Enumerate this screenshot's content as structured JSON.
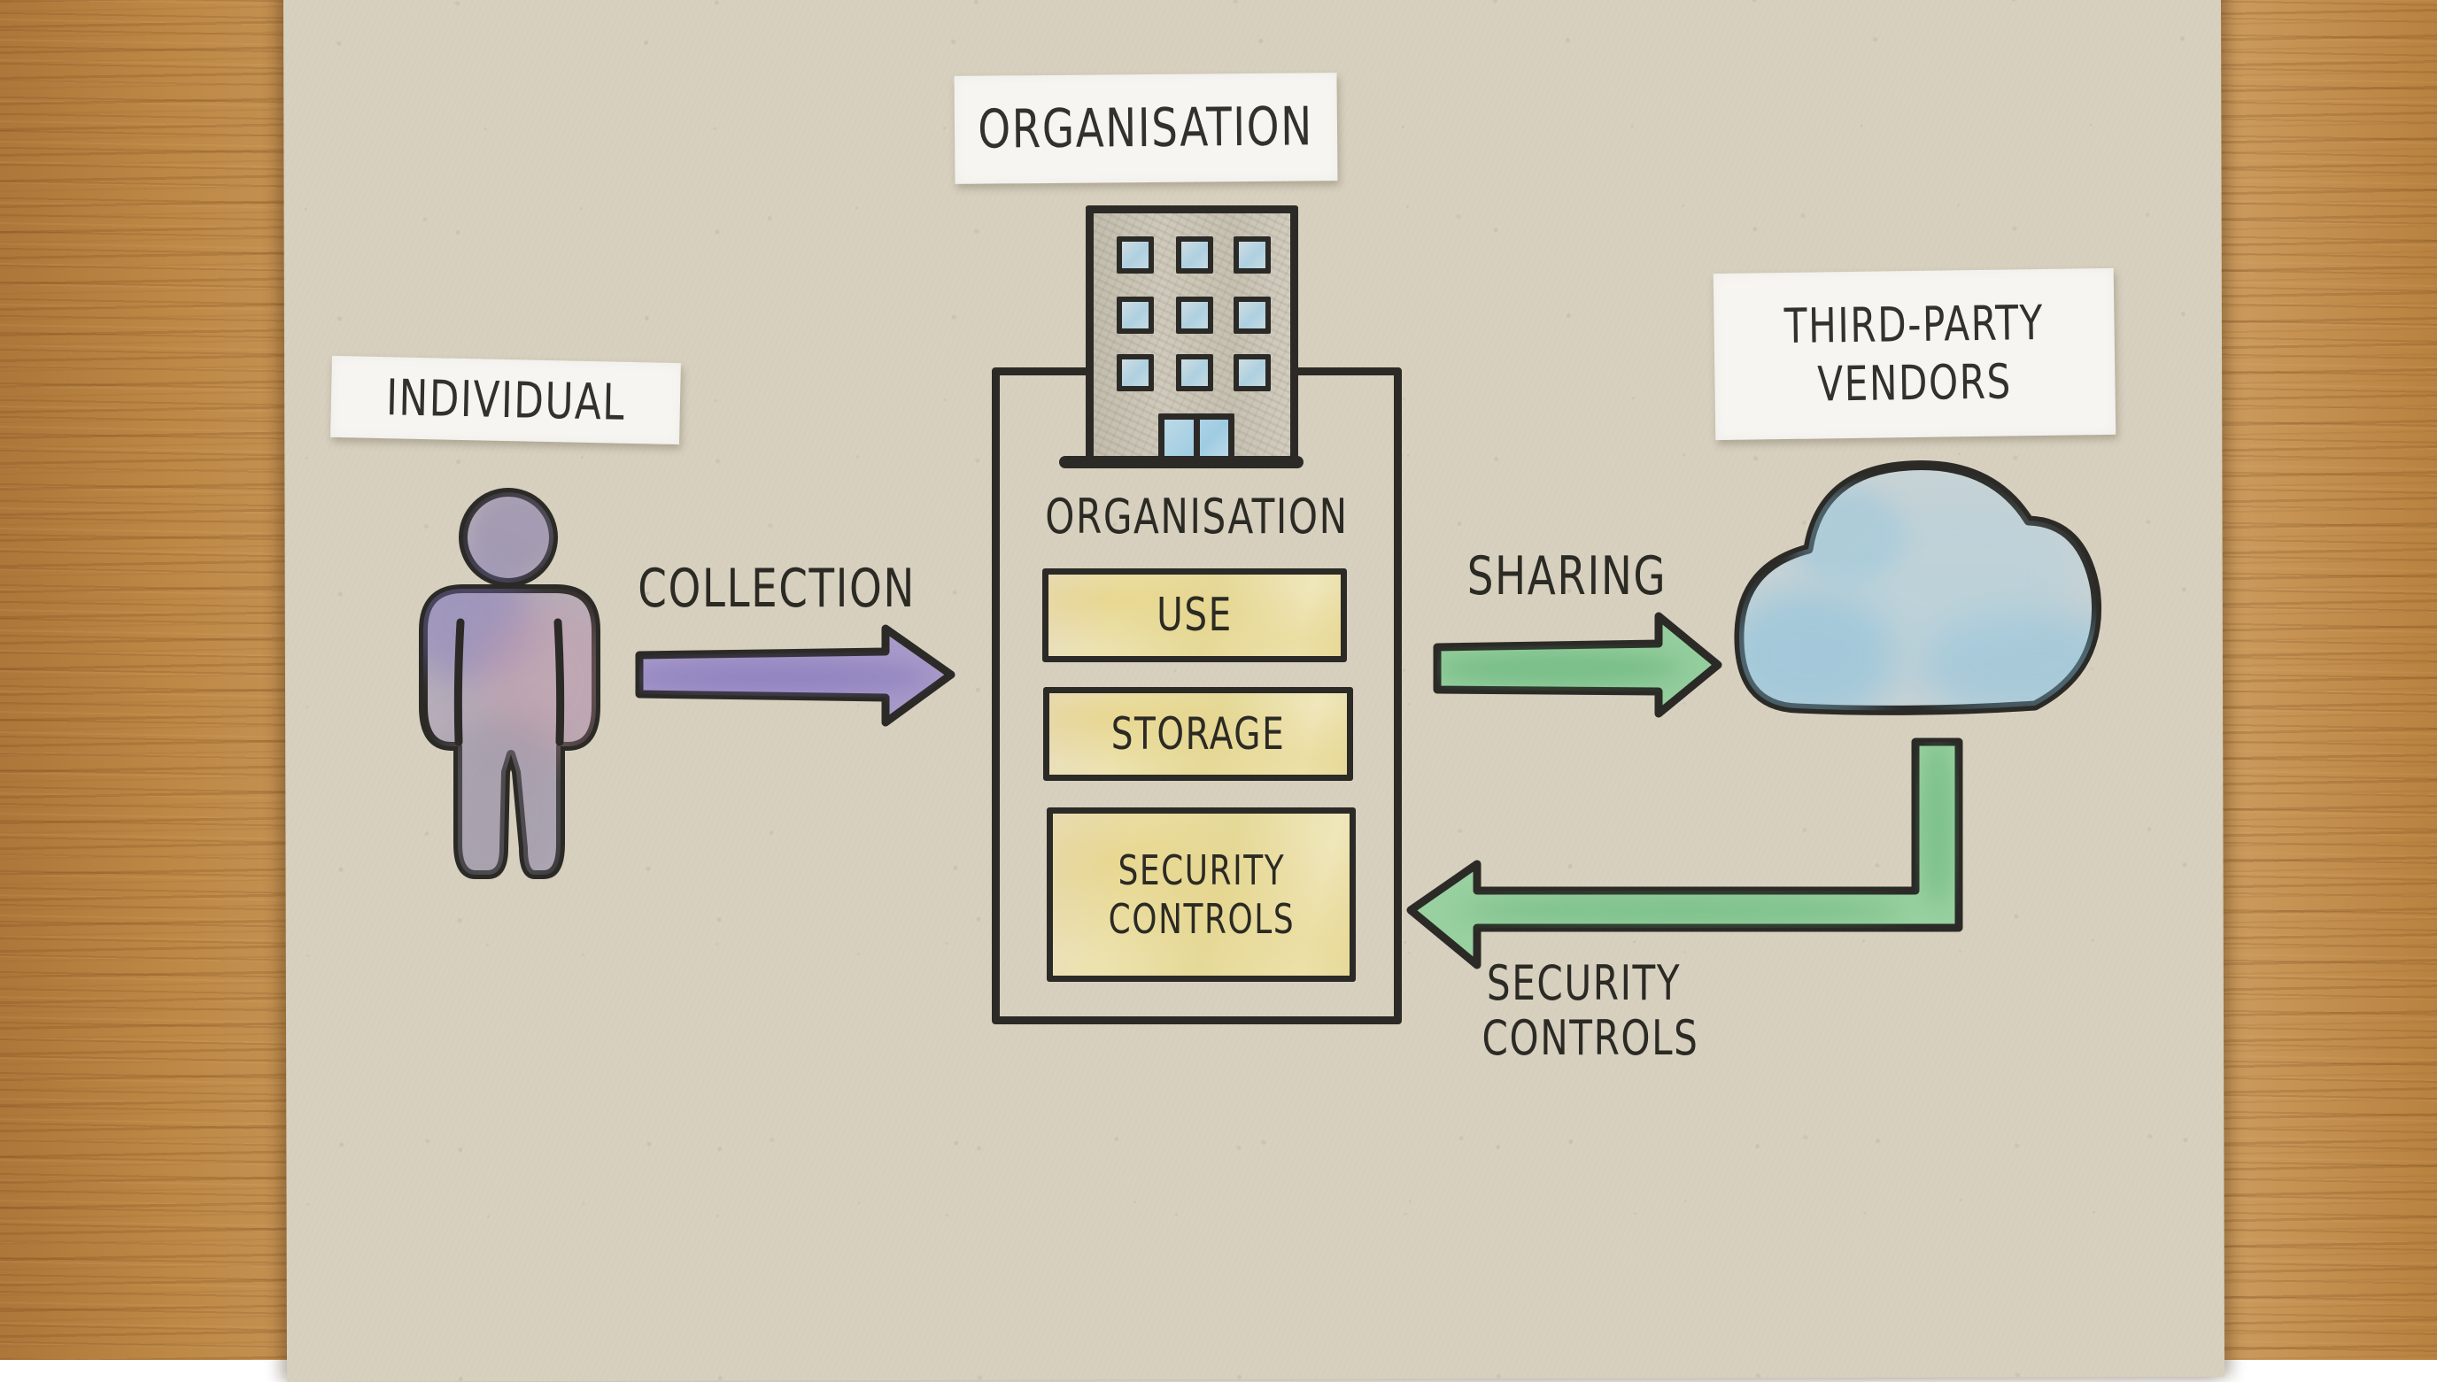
{
  "scene": {
    "description": "Hand-drawn privacy data-flow sketch on recycled beige paper photographed on a wooden table",
    "paper_color": "#d6cfbd",
    "wood_color": "#bd8845",
    "ink_color": "#2b2a26"
  },
  "stickers": {
    "individual": "INDIVIDUAL",
    "organisation": "ORGANISATION",
    "third_party_line1": "THIRD-PARTY",
    "third_party_line2": "VENDORS"
  },
  "organisation_box": {
    "title": "ORGANISATION",
    "use_label": "USE",
    "storage_label": "STORAGE",
    "security_line1": "SECURITY",
    "security_line2": "CONTROLS",
    "box_fill": "#e9dfa4"
  },
  "flows": {
    "collection_label": "COLLECTION",
    "collection_color": "#a89ac9",
    "sharing_label": "SHARING",
    "sharing_color": "#94ce9e",
    "security_line1": "SECURITY",
    "security_line2": "CONTROLS",
    "security_color": "#98d0a0"
  },
  "icons": {
    "person_fill": "#b7aeb9",
    "cloud_fill": "#c7d3d6",
    "building_fill": "#ccc6b8",
    "window_fill": "#bdd4e0"
  },
  "diagram": {
    "nodes": [
      "INDIVIDUAL",
      "ORGANISATION",
      "THIRD-PARTY VENDORS"
    ],
    "edges": [
      {
        "from": "INDIVIDUAL",
        "to": "ORGANISATION",
        "label": "COLLECTION"
      },
      {
        "from": "ORGANISATION",
        "to": "THIRD-PARTY VENDORS",
        "label": "SHARING"
      },
      {
        "from": "THIRD-PARTY VENDORS",
        "to": "ORGANISATION",
        "label": "SECURITY CONTROLS"
      }
    ],
    "organisation_items": [
      "USE",
      "STORAGE",
      "SECURITY CONTROLS"
    ]
  }
}
